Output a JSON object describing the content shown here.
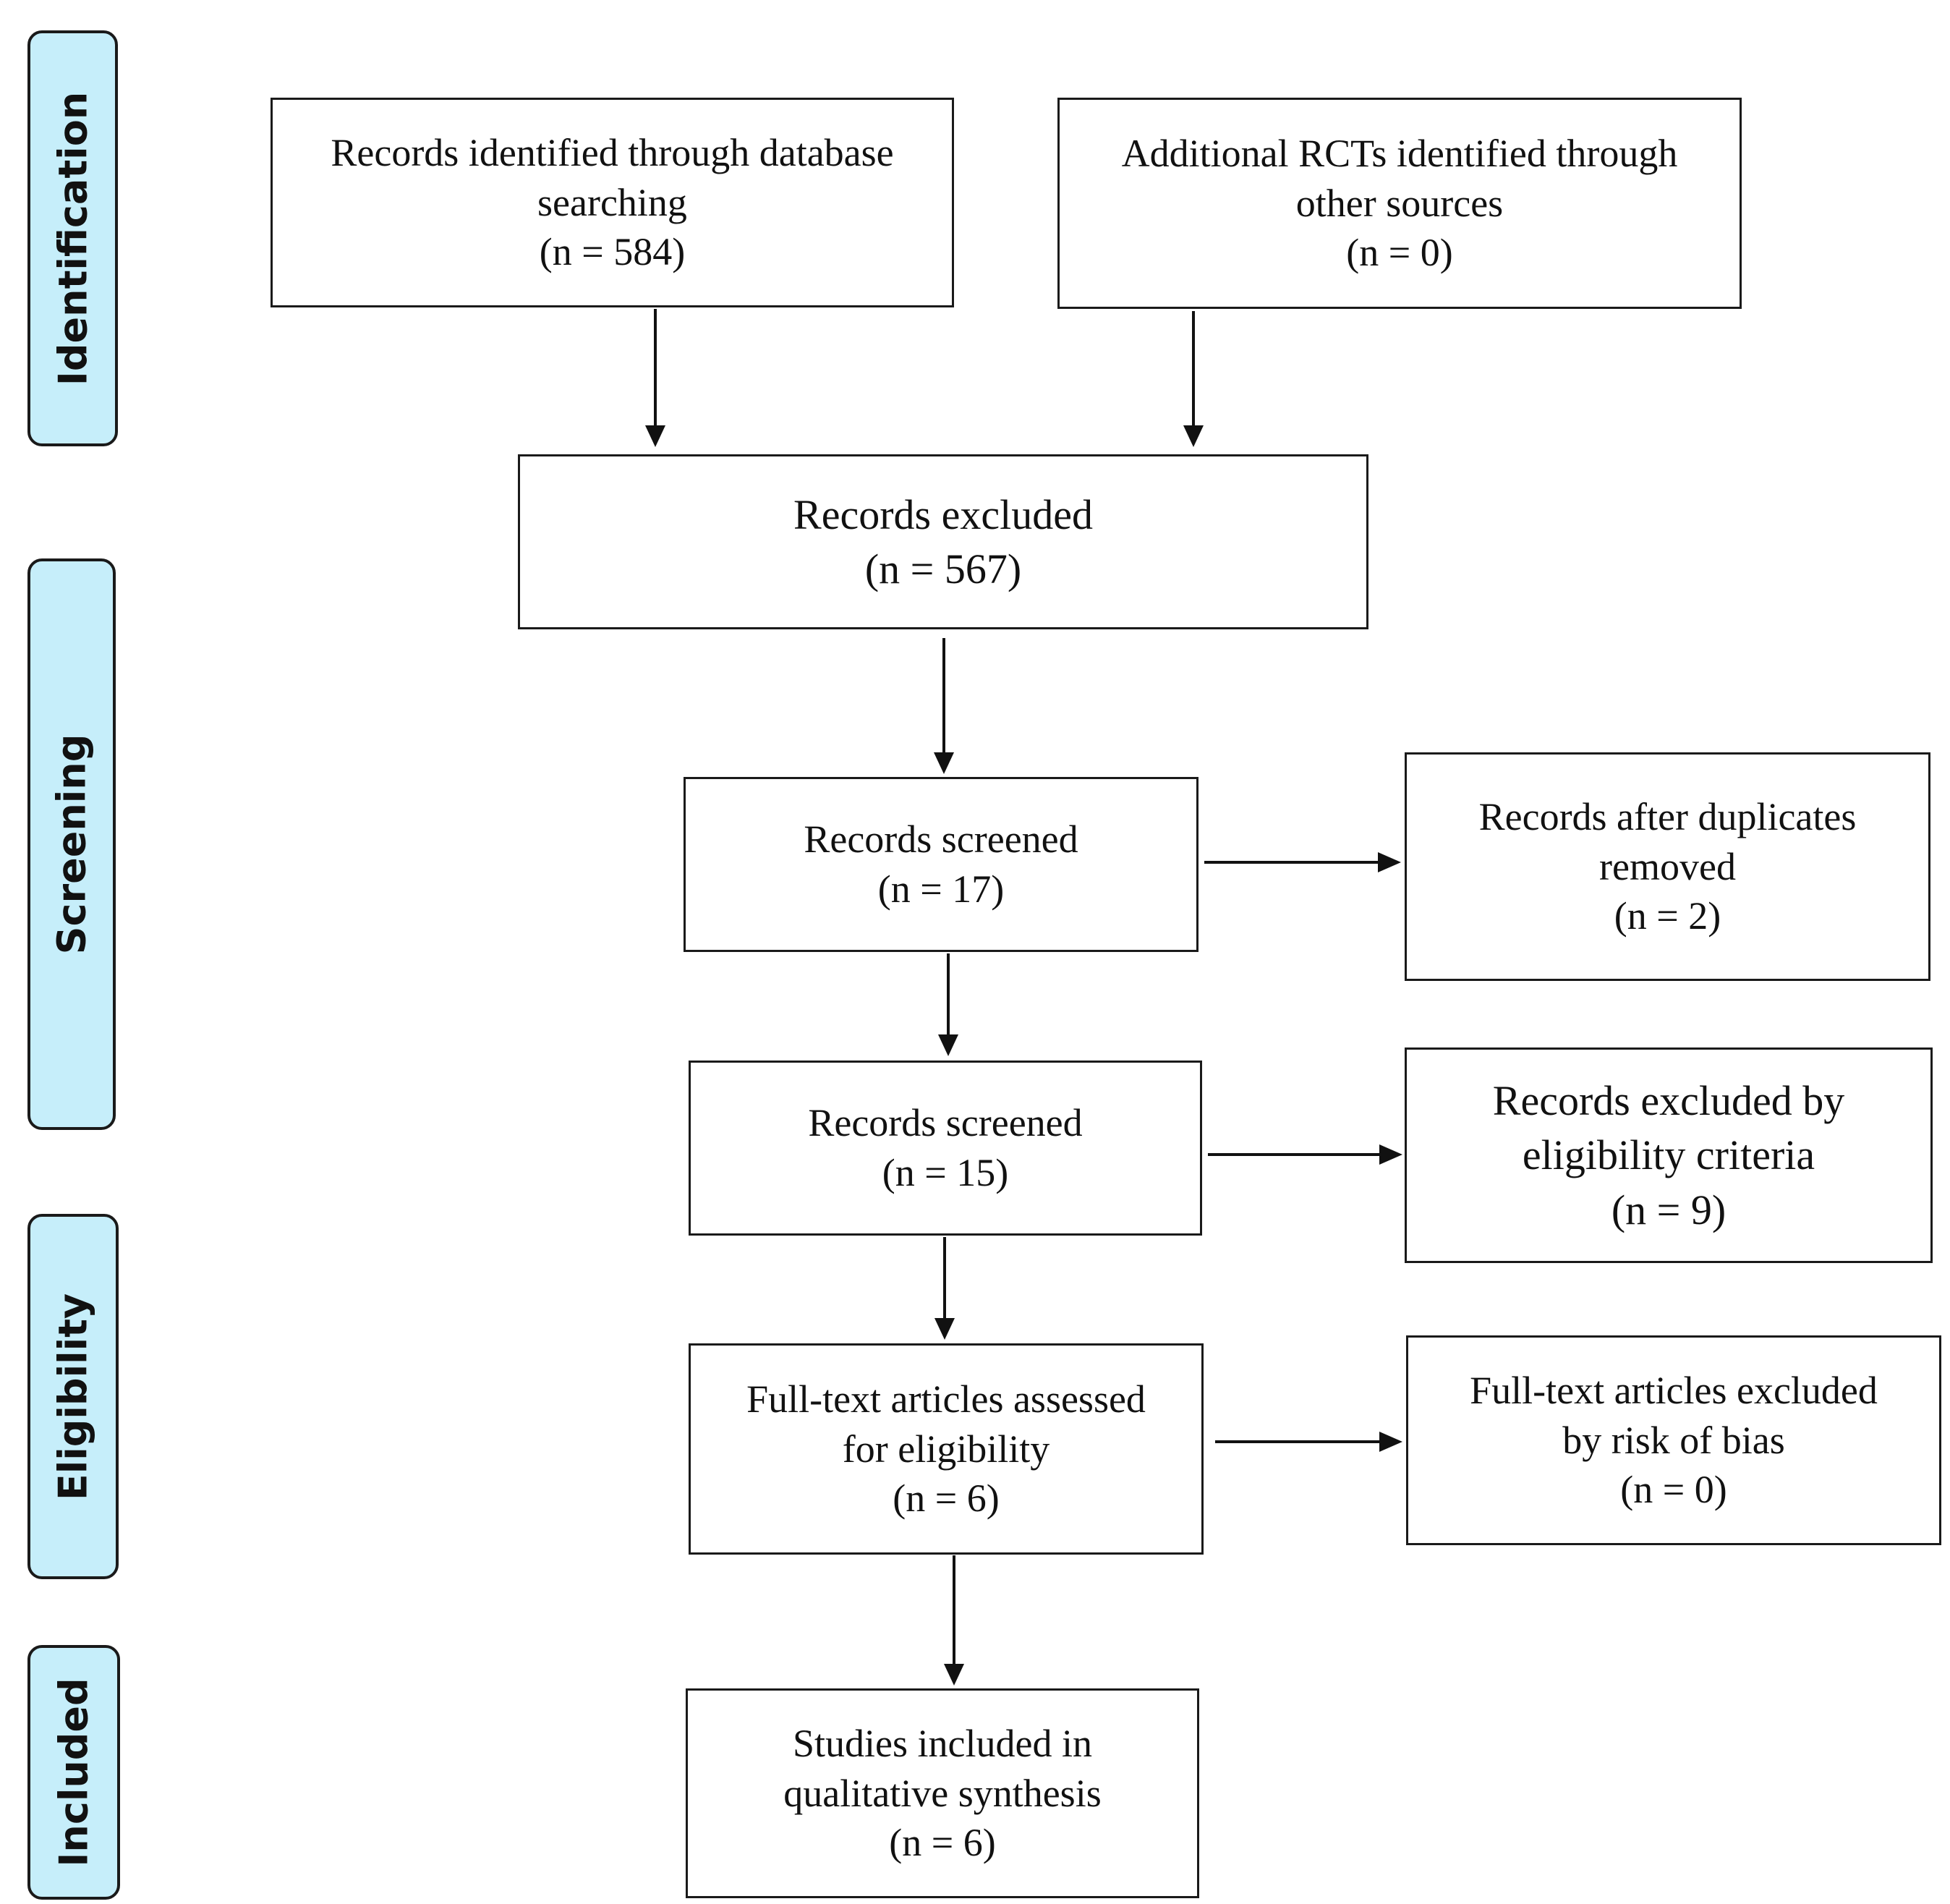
{
  "stages": [
    {
      "id": "identification",
      "label": "Identification"
    },
    {
      "id": "screening",
      "label": "Screening"
    },
    {
      "id": "eligibility",
      "label": "Eligibility"
    },
    {
      "id": "included",
      "label": "Included"
    }
  ],
  "boxes": {
    "database_search": {
      "line1": "Records identified through database",
      "line2": "searching",
      "count": "(n =  584)"
    },
    "other_sources": {
      "line1": "Additional RCTs identified through",
      "line2": "other sources",
      "count": "(n = 0)"
    },
    "records_excluded": {
      "line1": "Records excluded",
      "count": "(n = 567)"
    },
    "records_screened_1": {
      "line1": "Records screened",
      "count": "(n = 17)"
    },
    "duplicates_removed": {
      "line1": "Records after duplicates",
      "line2": "removed",
      "count": "(n = 2)"
    },
    "records_screened_2": {
      "line1": "Records screened",
      "count": "(n = 15)"
    },
    "excluded_eligibility": {
      "line1": "Records excluded by",
      "line2": "eligibility criteria",
      "count": "(n =  9)"
    },
    "fulltext_assessed": {
      "line1": "Full-text articles assessed",
      "line2": "for eligibility",
      "count": "(n = 6)"
    },
    "fulltext_excluded_bias": {
      "line1": "Full-text articles excluded",
      "line2": "by risk of bias",
      "count": "(n = 0)"
    },
    "studies_included": {
      "line1": "Studies included in",
      "line2": "qualitative synthesis",
      "count": "(n = 6)"
    }
  },
  "colors": {
    "stage_fill": "#c6eefa",
    "stroke": "#1a1a1a",
    "text": "#111111"
  }
}
